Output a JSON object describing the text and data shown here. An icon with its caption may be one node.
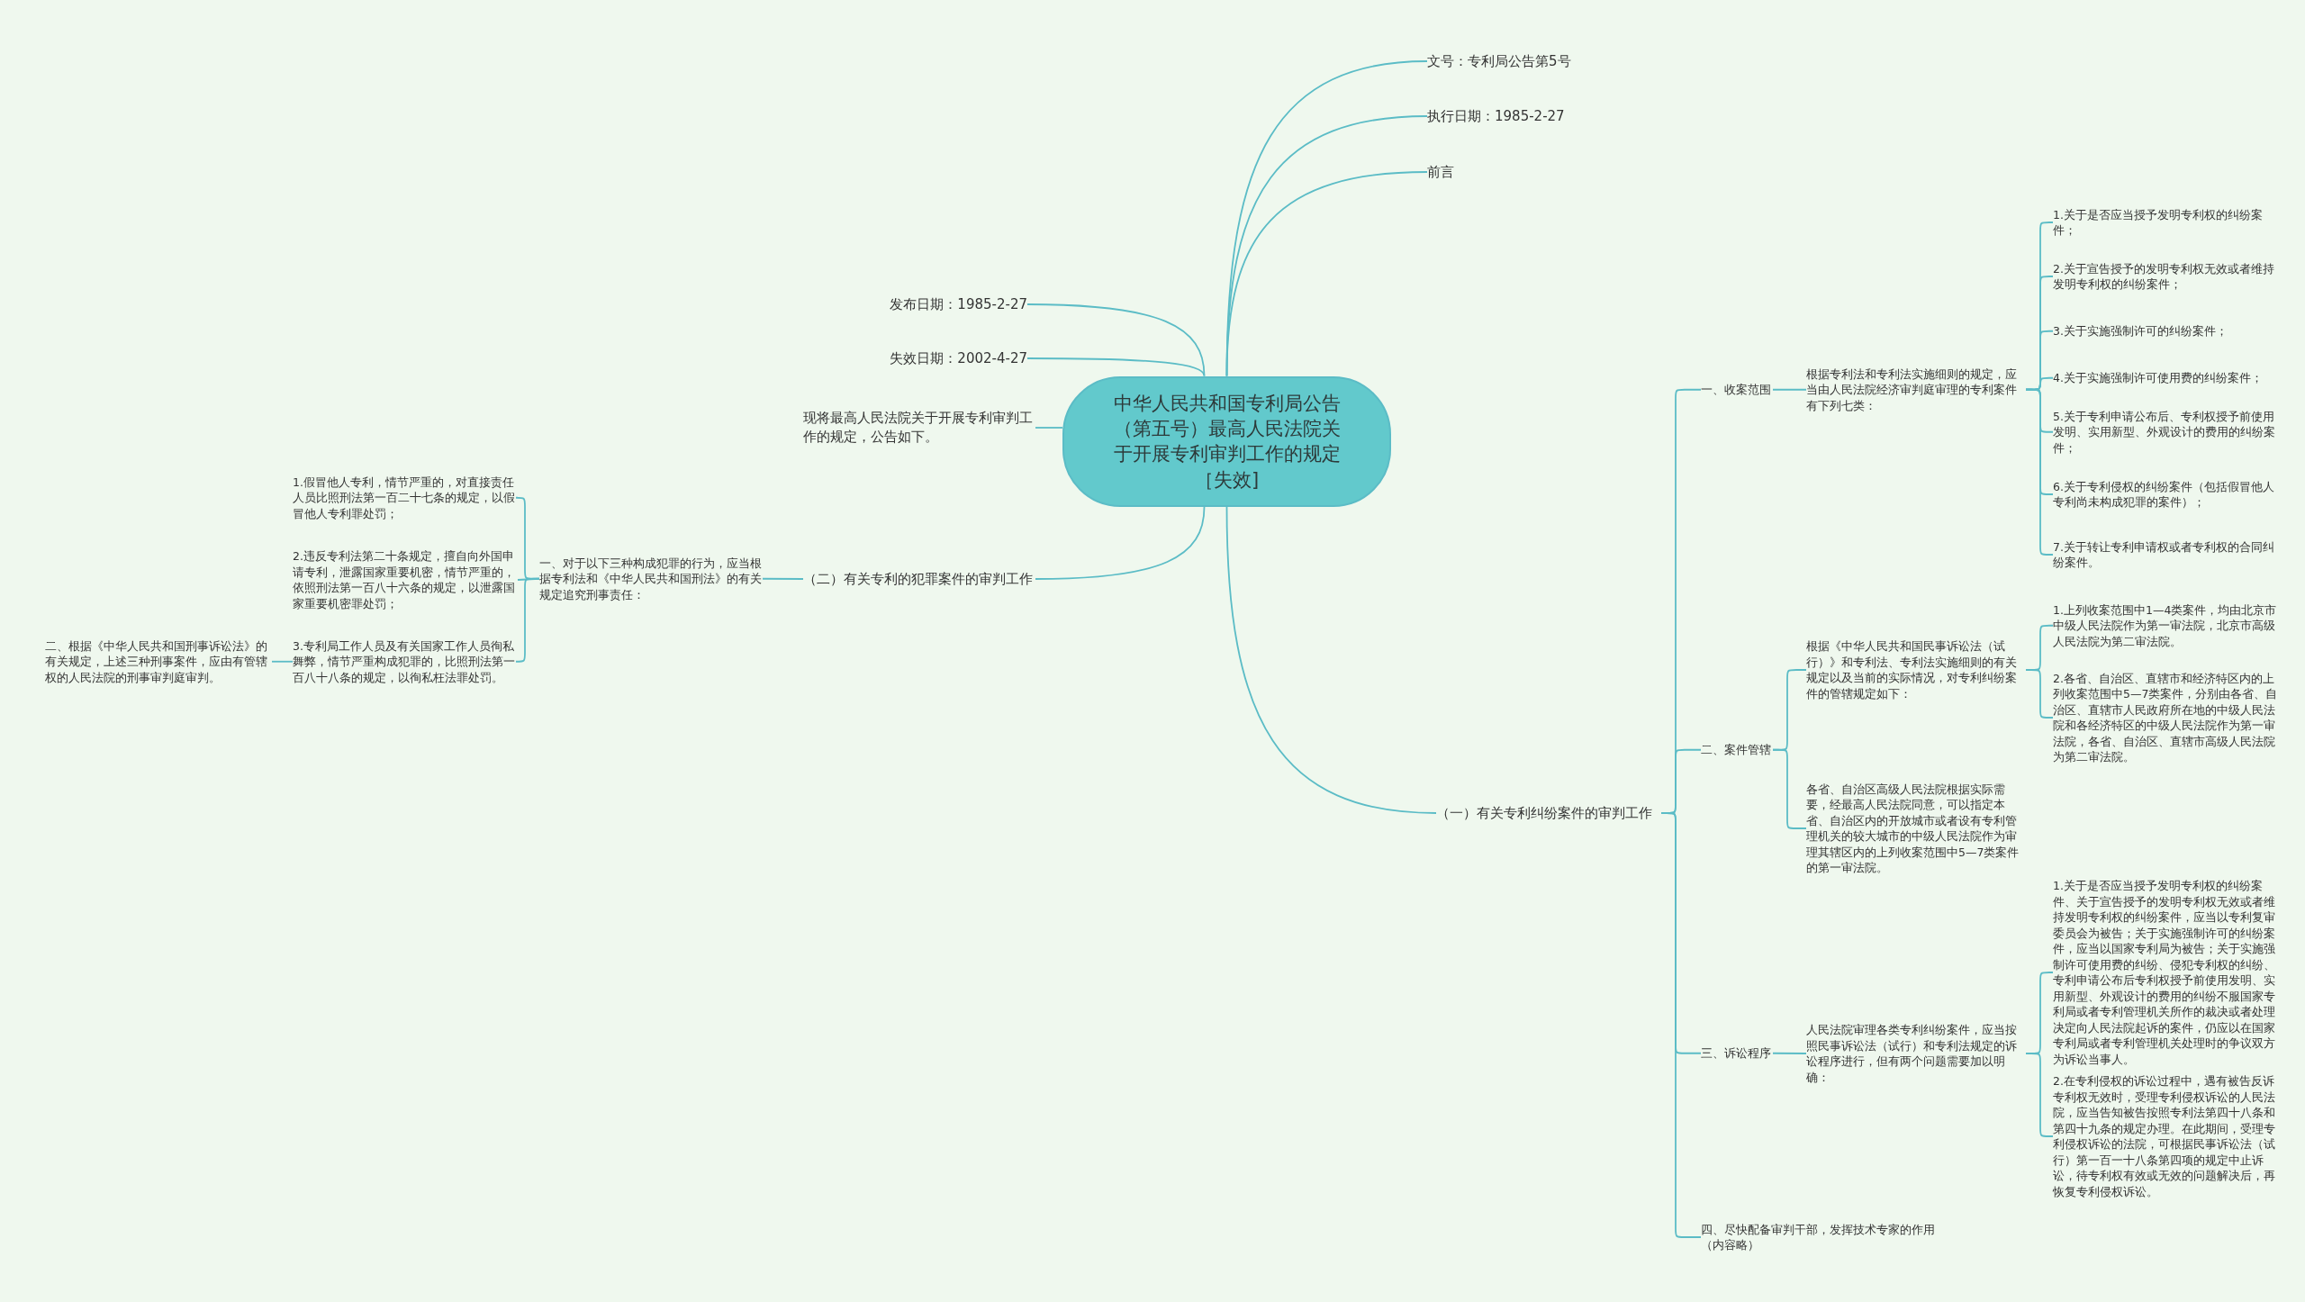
{
  "diagram": {
    "nodes": [
      {
        "text": [
          "中华人民共和国专利局公告（第五号）最高人民法院关于开展专利审判工作的规定［失效]"
        ]
      },
      {
        "text": [
          "文号：专利局公告第5号"
        ]
      },
      {
        "text": [
          "执行日期：1985-2-27"
        ]
      },
      {
        "text": [
          "前言"
        ]
      },
      {
        "text": [
          "发布日期：1985-2-27"
        ]
      },
      {
        "text": [
          "失效日期：2002-4-27"
        ]
      },
      {
        "text": [
          "现将最高人民法院关于开展专利审判工作的规定，公告如下。"
        ]
      },
      {
        "text": [
          "（二）有关专利的犯罪案件的审判工作"
        ]
      },
      {
        "text": [
          "一、对于以下三种构成犯罪的行为，应当根据专利法和《中华人民共和国刑法》的有关规定追究刑事责任："
        ]
      },
      {
        "text": [
          "1.假冒他人专利，情节严重的，对直接责任人员比照刑法第一百二十七条的规定，以假冒他人专利罪处罚；"
        ]
      },
      {
        "text": [
          "2.违反专利法第二十条规定，擅自向外国申请专利，泄露国家重要机密，情节严重的，依照刑法第一百八十六条的规定，以泄露国家重要机密罪处罚；"
        ]
      },
      {
        "text": [
          "3.专利局工作人员及有关国家工作人员徇私舞弊，情节严重构成犯罪的，比照刑法第一百八十八条的规定，以徇私枉法罪处罚。"
        ]
      },
      {
        "text": [
          "二、根据《中华人民共和国刑事诉讼法》的有关规定，上述三种刑事案件，应由有管辖权的人民法院的刑事审判庭审判。"
        ]
      },
      {
        "text": [
          "（一）有关专利纠纷案件的审判工作"
        ]
      },
      {
        "text": [
          "一、收案范围"
        ]
      },
      {
        "text": [
          "根据专利法和专利法实施细则的规定，应当由人民法院经济审判庭审理的专利案件有下列七类："
        ]
      },
      {
        "text": [
          "1.关于是否应当授予发明专利权的纠纷案件；"
        ]
      },
      {
        "text": [
          "2.关于宣告授予的发明专利权无效或者维持发明专利权的纠纷案件；"
        ]
      },
      {
        "text": [
          "3.关于实施强制许可的纠纷案件；"
        ]
      },
      {
        "text": [
          "4.关于实施强制许可使用费的纠纷案件；"
        ]
      },
      {
        "text": [
          "5.关于专利申请公布后、专利权授予前使用发明、实用新型、外观设计的费用的纠纷案件；"
        ]
      },
      {
        "text": [
          "6.关于专利侵权的纠纷案件（包括假冒他人专利尚未构成犯罪的案件）；"
        ]
      },
      {
        "text": [
          "7.关于转让专利申请权或者专利权的合同纠纷案件。"
        ]
      },
      {
        "text": [
          "二、案件管辖"
        ]
      },
      {
        "text": [
          "根据《中华人民共和国民事诉讼法（试行）》和专利法、专利法实施细则的有关规定以及当前的实际情况，对专利纠纷案件的管辖规定如下："
        ]
      },
      {
        "text": [
          "1.上列收案范围中1—4类案件，均由北京市中级人民法院作为第一审法院，北京市高级人民法院为第二审法院。"
        ]
      },
      {
        "text": [
          "2.各省、自治区、直辖市和经济特区内的上列收案范围中5—7类案件，分别由各省、自治区、直辖市人民政府所在地的中级人民法院和各经济特区的中级人民法院作为第一审法院，各省、自治区、直辖市高级人民法院为第二审法院。"
        ]
      },
      {
        "text": [
          "各省、自治区高级人民法院根据实际需要，经最高人民法院同意，可以指定本省、自治区内的开放城市或者设有专利管理机关的较大城市的中级人民法院作为审理其辖区内的上列收案范围中5—7类案件的第一审法院。"
        ]
      },
      {
        "text": [
          "三、诉讼程序"
        ]
      },
      {
        "text": [
          "人民法院审理各类专利纠纷案件，应当按照民事诉讼法（试行）和专利法规定的诉讼程序进行，但有两个问题需要加以明确："
        ]
      },
      {
        "text": [
          "1.关于是否应当授予发明专利权的纠纷案件、关于宣告授予的发明专利权无效或者维持发明专利权的纠纷案件，应当以专利复审委员会为被告；关于实施强制许可的纠纷案件，应当以国家专利局为被告；关于实施强制许可使用费的纠纷、侵犯专利权的纠纷、专利申请公布后专利权授予前使用发明、实用新型、外观设计的费用的纠纷不服国家专利局或者专利管理机关所作的裁决或者处理决定向人民法院起诉的案件，仍应以在国家专利局或者专利管理机关处理时的争议双方为诉讼当事人。"
        ]
      },
      {
        "text": [
          "2.在专利侵权的诉讼过程中，遇有被告反诉专利权无效时，受理专利侵权诉讼的人民法院，应当告知被告按照专利法第四十八条和第四十九条的规定办理。在此期间，受理专利侵权诉讼的法院，可根据民事诉讼法（试行）第一百一十八条第四项的规定中止诉讼，待专利权有效或无效的问题解决后，再恢复专利侵权诉讼。"
        ]
      },
      {
        "text": [
          "四、尽快配备审判干部，发挥技术专家的作用（内容略）"
        ]
      }
    ],
    "edges": [
      {
        "from": 0,
        "to": 1,
        "arrow": "none"
      },
      {
        "from": 0,
        "to": 2,
        "arrow": "none"
      },
      {
        "from": 0,
        "to": 3,
        "arrow": "none"
      },
      {
        "from": 0,
        "to": 4,
        "arrow": "none"
      },
      {
        "from": 0,
        "to": 5,
        "arrow": "none"
      },
      {
        "from": 0,
        "to": 6,
        "arrow": "none"
      },
      {
        "from": 0,
        "to": 7,
        "arrow": "none"
      },
      {
        "from": 7,
        "to": 8,
        "arrow": "none"
      },
      {
        "from": 8,
        "to": 9,
        "arrow": "none"
      },
      {
        "from": 8,
        "to": 10,
        "arrow": "none"
      },
      {
        "from": 8,
        "to": 11,
        "arrow": "none"
      },
      {
        "from": 11,
        "to": 12,
        "arrow": "none"
      },
      {
        "from": 0,
        "to": 13,
        "arrow": "none"
      },
      {
        "from": 13,
        "to": 14,
        "arrow": "none"
      },
      {
        "from": 14,
        "to": 15,
        "arrow": "none"
      },
      {
        "from": 15,
        "to": 16,
        "arrow": "none"
      },
      {
        "from": 15,
        "to": 17,
        "arrow": "none"
      },
      {
        "from": 15,
        "to": 18,
        "arrow": "none"
      },
      {
        "from": 15,
        "to": 19,
        "arrow": "none"
      },
      {
        "from": 15,
        "to": 20,
        "arrow": "none"
      },
      {
        "from": 15,
        "to": 21,
        "arrow": "none"
      },
      {
        "from": 15,
        "to": 22,
        "arrow": "none"
      },
      {
        "from": 13,
        "to": 23,
        "arrow": "none"
      },
      {
        "from": 23,
        "to": 24,
        "arrow": "none"
      },
      {
        "from": 23,
        "to": 27,
        "arrow": "none"
      },
      {
        "from": 24,
        "to": 25,
        "arrow": "none"
      },
      {
        "from": 24,
        "to": 26,
        "arrow": "none"
      },
      {
        "from": 13,
        "to": 28,
        "arrow": "none"
      },
      {
        "from": 28,
        "to": 29,
        "arrow": "none"
      },
      {
        "from": 29,
        "to": 30,
        "arrow": "none"
      },
      {
        "from": 29,
        "to": 31,
        "arrow": "none"
      },
      {
        "from": 13,
        "to": 32,
        "arrow": "none"
      }
    ]
  }
}
